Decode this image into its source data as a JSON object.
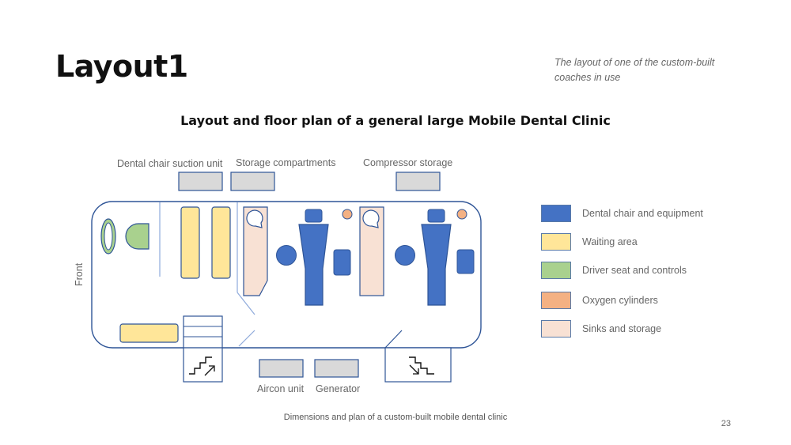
{
  "slide": {
    "title": "Layout1",
    "subtitle": "The layout of one of the custom-built coaches in use",
    "heading": "Layout and floor plan of a general large Mobile Dental Clinic",
    "caption": "Dimensions and plan of a custom-built mobile dental clinic",
    "page_number": "23"
  },
  "diagram": {
    "labels": {
      "suction_unit": "Dental chair suction unit",
      "storage": "Storage compartments",
      "compressor": "Compressor storage",
      "aircon": "Aircon unit",
      "generator": "Generator",
      "front": "Front"
    },
    "colors": {
      "dental_chair": "#4472c4",
      "waiting": "#ffe699",
      "driver": "#a9d18e",
      "oxygen": "#f4b183",
      "sinks": "#f8e1d4",
      "equipment_box": "#d9d9d9",
      "outline": "#2f5597"
    },
    "icons": {
      "entry_stairs": "stairs-up-icon",
      "exit_stairs": "stairs-down-icon"
    }
  },
  "legend": [
    {
      "label": "Dental chair and equipment",
      "color": "#4472c4"
    },
    {
      "label": "Waiting area",
      "color": "#ffe699"
    },
    {
      "label": "Driver seat and controls",
      "color": "#a9d18e"
    },
    {
      "label": "Oxygen cylinders",
      "color": "#f4b183"
    },
    {
      "label": "Sinks and storage",
      "color": "#f8e1d4"
    }
  ]
}
